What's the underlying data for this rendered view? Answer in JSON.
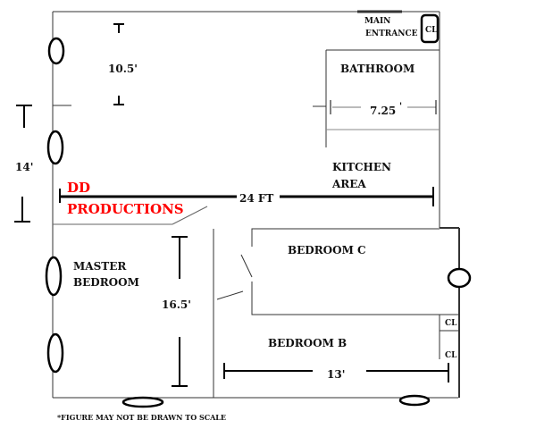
{
  "rooms": {
    "main_entrance": [
      "MAIN",
      "ENTRANCE"
    ],
    "bathroom": "BATHROOM",
    "kitchen": [
      "KITCHEN",
      "AREA"
    ],
    "master_bedroom": [
      "MASTER",
      "BEDROOM"
    ],
    "bedroom_c": "BEDROOM C",
    "bedroom_b": "BEDROOM B",
    "closet": "CL"
  },
  "dimensions": {
    "top_room_height": "10.5'",
    "left_height": "14'",
    "total_width": "24 FT",
    "bathroom_width": "7.25",
    "bathroom_prime": "'",
    "master_height": "16.5'",
    "bedroom_b_width": "13'"
  },
  "watermark": [
    "DD",
    "PRODUCTIONS"
  ],
  "watermark_color": "#ff0000",
  "footnote": "*FIGURE MAY NOT BE DRAWN TO SCALE"
}
